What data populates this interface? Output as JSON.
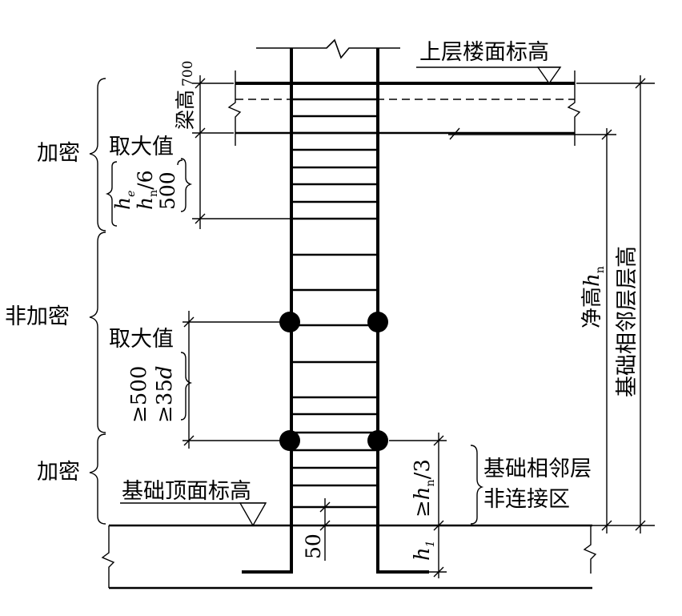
{
  "labels": {
    "upper_floor": "上层楼面标高",
    "foundation_top": "基础顶面标高",
    "beam_height": "梁高",
    "beam_700": "700",
    "densify_top": "加密",
    "non_densify": "非加密",
    "densify_bottom": "加密",
    "take_max_1": "取大值",
    "he": "h",
    "he_sub": "e",
    "hn6": "h",
    "hn6_sub": "n",
    "hn6_rest": "/6",
    "v500": "500",
    "take_max_2": "取大值",
    "ge500": "≥500",
    "ge35d": "≥35",
    "ge35d_d": "d",
    "clear_height": "净高",
    "clear_h": "h",
    "clear_h_sub": "n",
    "story_height": "基础相邻层层高",
    "ge_hn3": "≥",
    "ge_hn3_h": "h",
    "ge_hn3_sub": "n",
    "ge_hn3_rest": "/3",
    "adjacent_zone_1": "基础相邻层",
    "adjacent_zone_2": "非连接区",
    "dim50": "50",
    "h1": "h",
    "h1_sub": "1"
  },
  "colors": {
    "line": "#000000",
    "background": "#ffffff"
  }
}
